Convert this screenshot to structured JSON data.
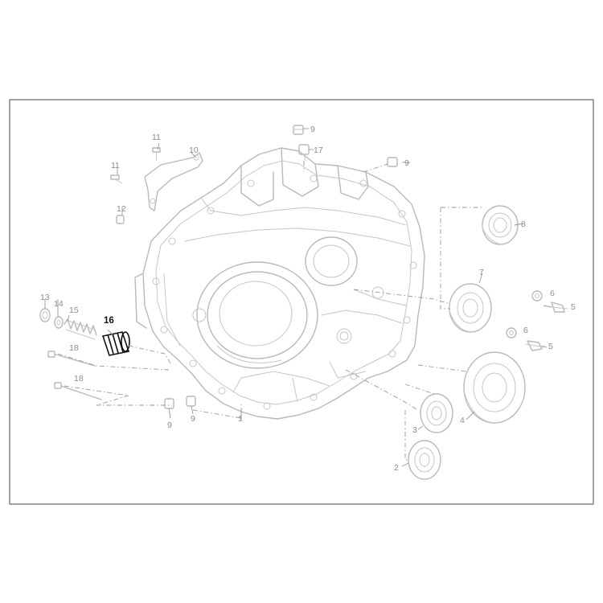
{
  "diagram": {
    "highlighted_part": "16",
    "colors": {
      "frame": "#707070",
      "line_art": "#b9b9b9",
      "label": "#8c8c8c",
      "highlight": "#111111",
      "background": "#ffffff"
    },
    "callouts": [
      {
        "id": "c1",
        "label": "1"
      },
      {
        "id": "c2",
        "label": "2"
      },
      {
        "id": "c3",
        "label": "3"
      },
      {
        "id": "c4",
        "label": "4"
      },
      {
        "id": "c5a",
        "label": "5"
      },
      {
        "id": "c5b",
        "label": "5"
      },
      {
        "id": "c6a",
        "label": "6"
      },
      {
        "id": "c6b",
        "label": "6"
      },
      {
        "id": "c7",
        "label": "7"
      },
      {
        "id": "c8",
        "label": "8"
      },
      {
        "id": "c9a",
        "label": "9"
      },
      {
        "id": "c9b",
        "label": "9"
      },
      {
        "id": "c9c",
        "label": "9"
      },
      {
        "id": "c9d",
        "label": "9"
      },
      {
        "id": "c10",
        "label": "10"
      },
      {
        "id": "c11a",
        "label": "11"
      },
      {
        "id": "c11b",
        "label": "11"
      },
      {
        "id": "c12",
        "label": "12"
      },
      {
        "id": "c13",
        "label": "13"
      },
      {
        "id": "c14",
        "label": "14"
      },
      {
        "id": "c15",
        "label": "15"
      },
      {
        "id": "c16",
        "label": "16"
      },
      {
        "id": "c17",
        "label": "17"
      },
      {
        "id": "c18a",
        "label": "18"
      },
      {
        "id": "c18b",
        "label": "18"
      }
    ]
  }
}
